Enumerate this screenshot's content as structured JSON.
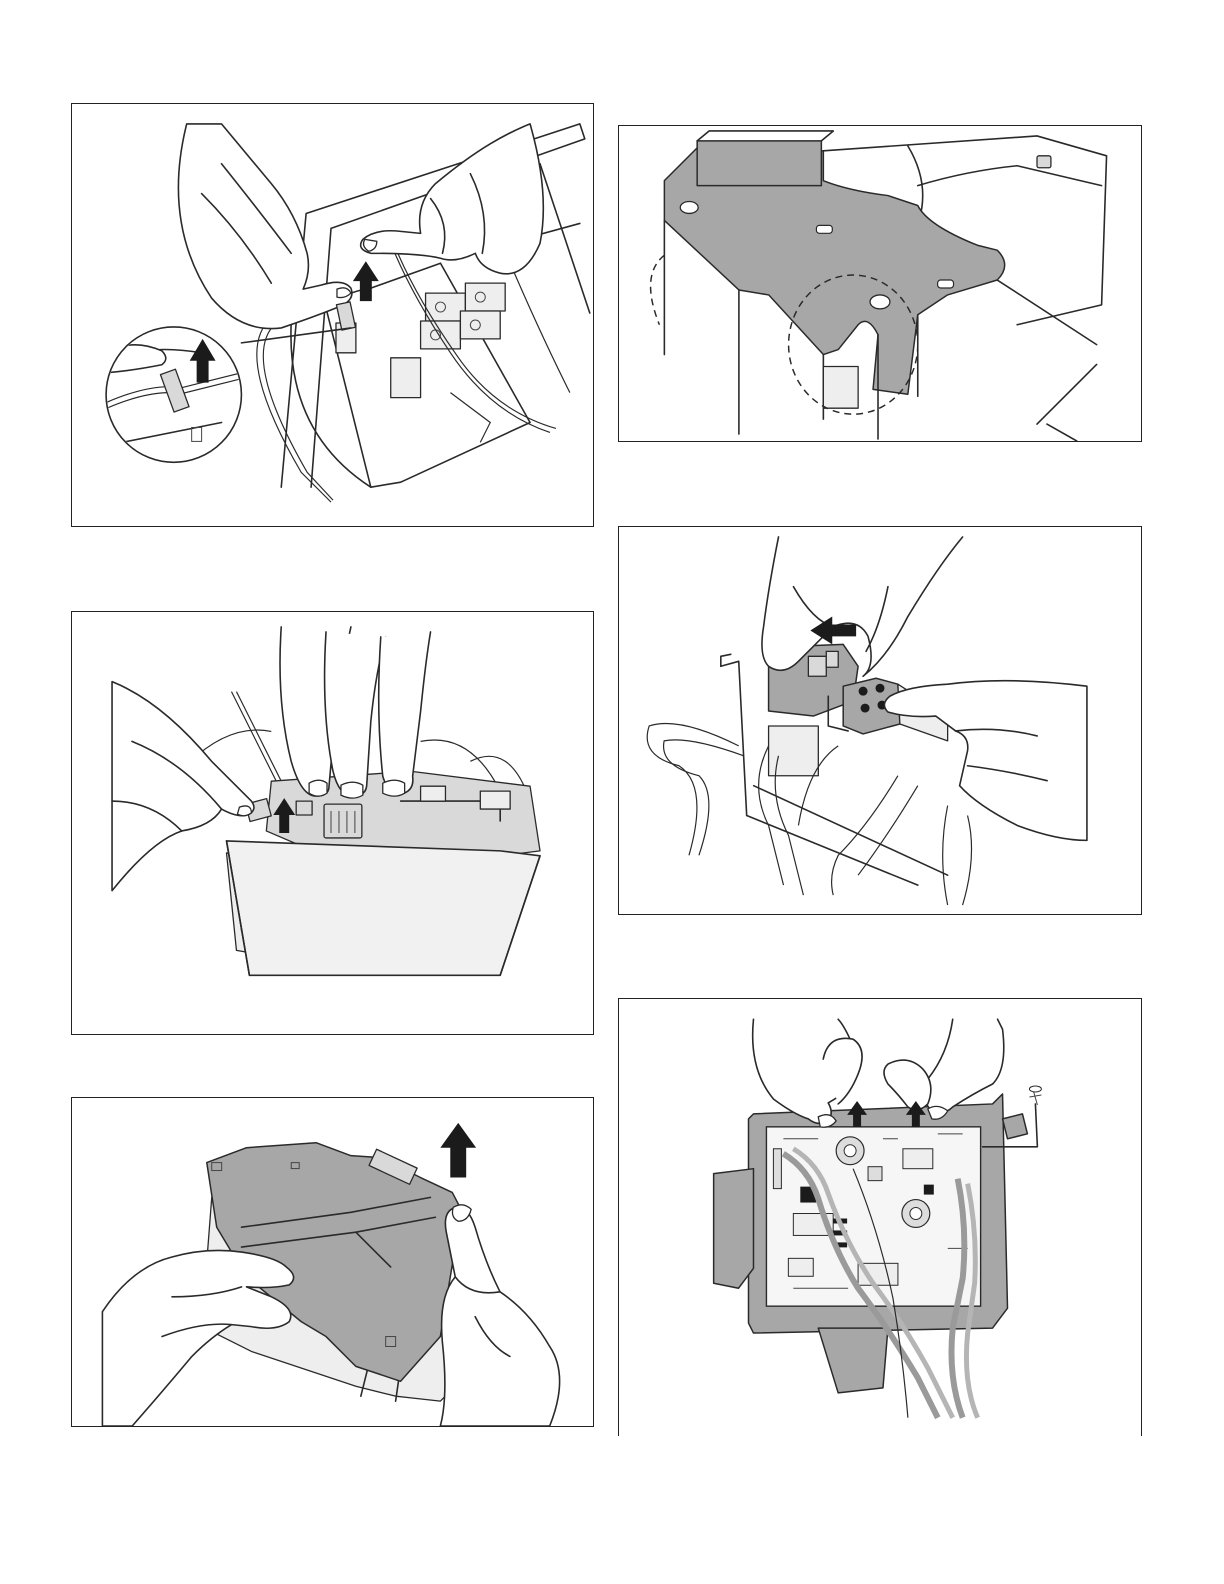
{
  "page": {
    "background": "#ffffff"
  },
  "figures": [
    {
      "id": "fig-1",
      "icon": "arrow-up-icon",
      "inset": true
    },
    {
      "id": "fig-2",
      "icon": null
    },
    {
      "id": "fig-3",
      "icon": "arrow-up-icon"
    },
    {
      "id": "fig-4",
      "icon": "arrow-left-icon"
    },
    {
      "id": "fig-5",
      "icon": "arrow-up-icon"
    },
    {
      "id": "fig-6",
      "icon": "arrow-up-icon"
    }
  ],
  "colors": {
    "arrow": "#1b1b1b",
    "part_grey": "#a7a7a7",
    "line": "#2a2a2a"
  }
}
